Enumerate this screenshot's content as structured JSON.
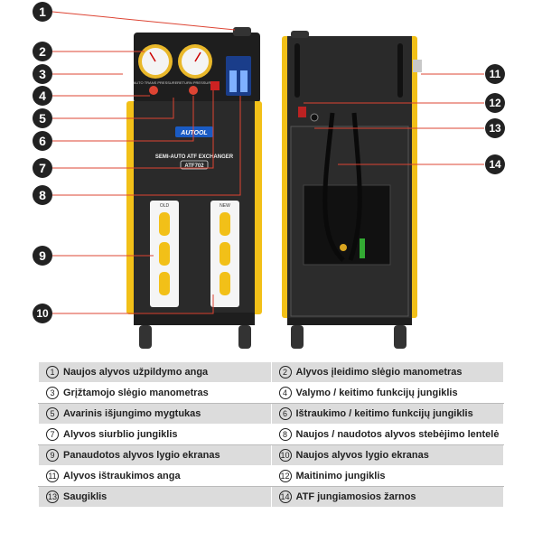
{
  "machine": {
    "brand": "AUTOOL",
    "product_line": "SEMI-AUTO ATF EXCHANGER",
    "model": "ATF702",
    "gauge_left_label": "AUTO TRANS PRESSURE",
    "gauge_right_label": "RETURN PRESSURE",
    "tube_old_label": "OLD",
    "tube_new_label": "NEW"
  },
  "callouts": [
    "1",
    "2",
    "3",
    "4",
    "5",
    "6",
    "7",
    "8",
    "9",
    "10",
    "11",
    "12",
    "13",
    "14"
  ],
  "legend": [
    {
      "num": "1",
      "text": "Naujos alyvos užpildymo anga"
    },
    {
      "num": "2",
      "text": "Alyvos įleidimo slėgio manometras"
    },
    {
      "num": "3",
      "text": "Grįžtamojo slėgio manometras"
    },
    {
      "num": "4",
      "text": "Valymo / keitimo funkcijų jungiklis"
    },
    {
      "num": "5",
      "text": "Avarinis išjungimo mygtukas"
    },
    {
      "num": "6",
      "text": "Ištraukimo / keitimo funkcijų jungiklis"
    },
    {
      "num": "7",
      "text": "Alyvos siurblio jungiklis"
    },
    {
      "num": "8",
      "text": "Naujos / naudotos alyvos stebėjimo lentelė"
    },
    {
      "num": "9",
      "text": "Panaudotos alyvos lygio ekranas"
    },
    {
      "num": "10",
      "text": "Naujos alyvos lygio ekranas"
    },
    {
      "num": "11",
      "text": "Alyvos ištraukimos anga"
    },
    {
      "num": "12",
      "text": "Maitinimo jungiklis"
    },
    {
      "num": "13",
      "text": "Saugiklis"
    },
    {
      "num": "14",
      "text": "ATF jungiamosios žarnos"
    }
  ],
  "colors": {
    "frame": "#f2c018",
    "body": "#2a2a2a",
    "callout": "#222222",
    "legend_shade": "#dcdcdc"
  }
}
